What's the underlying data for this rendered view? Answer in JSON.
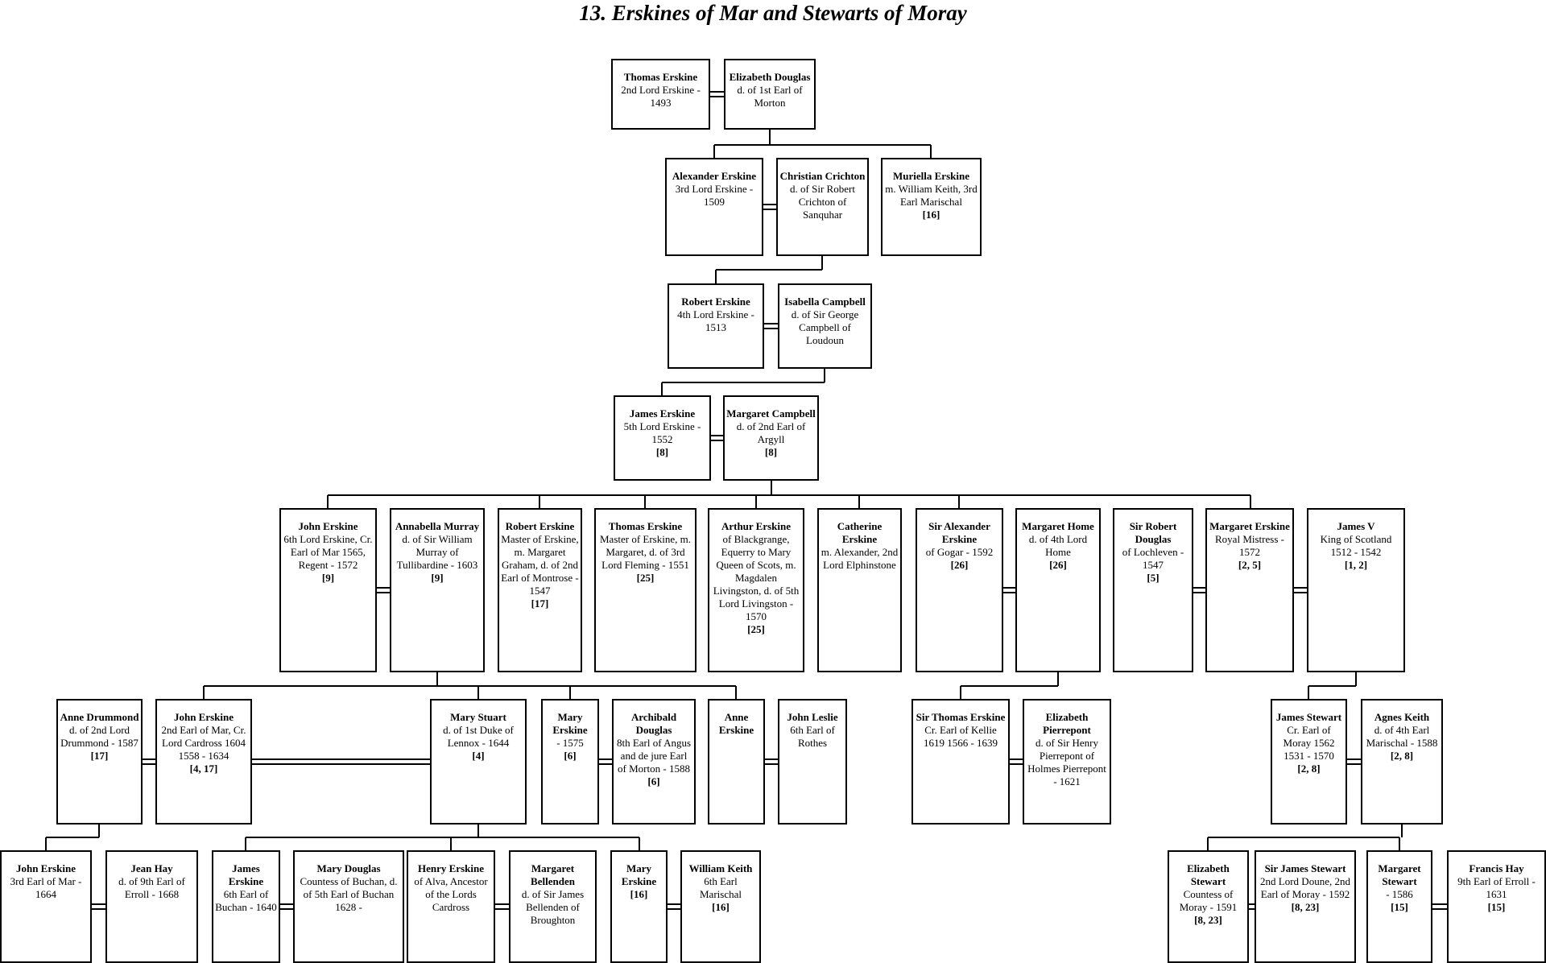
{
  "title": "13.  Erskines of Mar and Stewarts of Moray",
  "people": [
    {
      "id": "p1",
      "name": "Thomas Erskine",
      "details": "2nd Lord Erskine - 1493",
      "refs": ""
    },
    {
      "id": "p2",
      "name": "Elizabeth Douglas",
      "details": "d. of 1st Earl of Morton",
      "refs": ""
    },
    {
      "id": "p3",
      "name": "Alexander Erskine",
      "details": "3rd Lord Erskine - 1509",
      "refs": ""
    },
    {
      "id": "p4",
      "name": "Christian Crichton",
      "details": "d. of Sir Robert Crichton of Sanquhar",
      "refs": ""
    },
    {
      "id": "p5",
      "name": "Muriella Erskine",
      "details": "m. William Keith, 3rd Earl Marischal",
      "refs": "[16]"
    },
    {
      "id": "p6",
      "name": "Robert Erskine",
      "details": "4th Lord Erskine - 1513",
      "refs": ""
    },
    {
      "id": "p7",
      "name": "Isabella Campbell",
      "details": "d. of Sir George Campbell of Loudoun",
      "refs": ""
    },
    {
      "id": "p8",
      "name": "James Erskine",
      "details": "5th Lord Erskine - 1552",
      "refs": "[8]"
    },
    {
      "id": "p9",
      "name": "Margaret Campbell",
      "details": "d. of 2nd Earl of Argyll",
      "refs": "[8]"
    },
    {
      "id": "p10",
      "name": "John Erskine",
      "details": "6th Lord Erskine, Cr. Earl of Mar 1565, Regent - 1572",
      "refs": "[9]"
    },
    {
      "id": "p11",
      "name": "Annabella Murray",
      "details": "d. of Sir William Murray of Tullibardine - 1603",
      "refs": "[9]"
    },
    {
      "id": "p12",
      "name": "Robert Erskine",
      "details": "Master of Erskine, m. Margaret Graham, d. of 2nd Earl of Montrose - 1547",
      "refs": "[17]"
    },
    {
      "id": "p13",
      "name": "Thomas Erskine",
      "details": "Master of Erskine, m. Margaret, d. of 3rd Lord Fleming - 1551",
      "refs": "[25]"
    },
    {
      "id": "p14",
      "name": "Arthur Erskine",
      "details": "of Blackgrange, Equerry to Mary Queen of Scots, m. Magdalen Livingston, d. of 5th Lord Livingston - 1570",
      "refs": "[25]"
    },
    {
      "id": "p15",
      "name": "Catherine Erskine",
      "details": "m. Alexander, 2nd Lord Elphinstone",
      "refs": ""
    },
    {
      "id": "p16",
      "name": "Sir Alexander Erskine",
      "details": "of Gogar - 1592",
      "refs": "[26]"
    },
    {
      "id": "p17",
      "name": "Margaret Home",
      "details": "d. of 4th Lord Home",
      "refs": "[26]"
    },
    {
      "id": "p18",
      "name": "Sir Robert Douglas",
      "details": "of Lochleven - 1547",
      "refs": "[5]"
    },
    {
      "id": "p19",
      "name": "Margaret Erskine",
      "details": "Royal Mistress - 1572",
      "refs": "[2, 5]"
    },
    {
      "id": "p20",
      "name": "James V",
      "details": "King of Scotland 1512 - 1542",
      "refs": "[1, 2]"
    },
    {
      "id": "p21",
      "name": "Anne Drummond",
      "details": "d. of 2nd Lord Drummond - 1587",
      "refs": "[17]"
    },
    {
      "id": "p22",
      "name": "John Erskine",
      "details": "2nd Earl of Mar, Cr. Lord Cardross 1604 1558 - 1634",
      "refs": "[4, 17]"
    },
    {
      "id": "p23",
      "name": "Mary Stuart",
      "details": "d. of 1st Duke of Lennox - 1644",
      "refs": "[4]"
    },
    {
      "id": "p24",
      "name": "Mary Erskine",
      "details": "- 1575",
      "refs": "[6]"
    },
    {
      "id": "p25",
      "name": "Archibald Douglas",
      "details": "8th Earl of Angus and de jure Earl of Morton - 1588",
      "refs": "[6]"
    },
    {
      "id": "p26",
      "name": "Anne Erskine",
      "details": "",
      "refs": ""
    },
    {
      "id": "p27",
      "name": "John Leslie",
      "details": "6th Earl of Rothes",
      "refs": ""
    },
    {
      "id": "p28",
      "name": "Sir Thomas Erskine",
      "details": "Cr. Earl of Kellie 1619 1566 - 1639",
      "refs": ""
    },
    {
      "id": "p29",
      "name": "Elizabeth Pierrepont",
      "details": "d. of Sir Henry Pierrepont of Holmes Pierrepont - 1621",
      "refs": ""
    },
    {
      "id": "p30",
      "name": "James Stewart",
      "details": "Cr. Earl of Moray 1562 1531 - 1570",
      "refs": "[2, 8]"
    },
    {
      "id": "p31",
      "name": "Agnes Keith",
      "details": "d. of 4th Earl Marischal - 1588",
      "refs": "[2, 8]"
    },
    {
      "id": "p32",
      "name": "John Erskine",
      "details": "3rd Earl of Mar - 1664",
      "refs": ""
    },
    {
      "id": "p33",
      "name": "Jean Hay",
      "details": "d. of 9th Earl of Erroll - 1668",
      "refs": ""
    },
    {
      "id": "p34",
      "name": "James Erskine",
      "details": "6th Earl of Buchan - 1640",
      "refs": ""
    },
    {
      "id": "p35",
      "name": "Mary Douglas",
      "details": "Countess of Buchan, d. of 5th Earl of Buchan 1628 -",
      "refs": ""
    },
    {
      "id": "p36",
      "name": "Henry Erskine",
      "details": "of Alva, Ancestor of the Lords Cardross",
      "refs": ""
    },
    {
      "id": "p37",
      "name": "Margaret Bellenden",
      "details": "d. of Sir James Bellenden of Broughton",
      "refs": ""
    },
    {
      "id": "p38",
      "name": "Mary Erskine",
      "details": "",
      "refs": "[16]"
    },
    {
      "id": "p39",
      "name": "William Keith",
      "details": "6th Earl Marischal",
      "refs": "[16]"
    },
    {
      "id": "p40",
      "name": "Elizabeth Stewart",
      "details": "Countess of Moray - 1591",
      "refs": "[8, 23]"
    },
    {
      "id": "p41",
      "name": "Sir James Stewart",
      "details": "2nd Lord Doune, 2nd Earl of Moray - 1592",
      "refs": "[8, 23]"
    },
    {
      "id": "p42",
      "name": "Margaret Stewart",
      "details": "- 1586",
      "refs": "[15]"
    },
    {
      "id": "p43",
      "name": "Francis Hay",
      "details": "9th Earl of Erroll - 1631",
      "refs": "[15]"
    }
  ]
}
